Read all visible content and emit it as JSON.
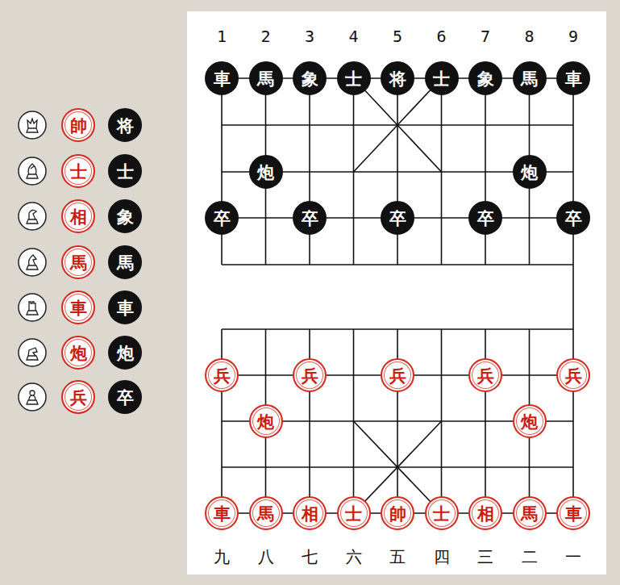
{
  "diagram": {
    "nodes": [
      {
        "text": [
          "帥"
        ]
      },
      {
        "text": [
          "将"
        ]
      },
      {
        "text": [
          "士"
        ]
      },
      {
        "text": [
          "士"
        ]
      },
      {
        "text": [
          "相"
        ]
      },
      {
        "text": [
          "象"
        ]
      },
      {
        "text": [
          "馬"
        ]
      },
      {
        "text": [
          "馬"
        ]
      },
      {
        "text": [
          "車"
        ]
      },
      {
        "text": [
          "車"
        ]
      },
      {
        "text": [
          "炮"
        ]
      },
      {
        "text": [
          "炮"
        ]
      },
      {
        "text": [
          "兵"
        ]
      },
      {
        "text": [
          "卒"
        ]
      },
      {
        "text": [
          "車"
        ]
      },
      {
        "text": [
          "馬"
        ]
      },
      {
        "text": [
          "象"
        ]
      },
      {
        "text": [
          "士"
        ]
      },
      {
        "text": [
          "将"
        ]
      },
      {
        "text": [
          "士"
        ]
      },
      {
        "text": [
          "象"
        ]
      },
      {
        "text": [
          "馬"
        ]
      },
      {
        "text": [
          "車"
        ]
      },
      {
        "text": [
          "炮"
        ]
      },
      {
        "text": [
          "炮"
        ]
      },
      {
        "text": [
          "卒"
        ]
      },
      {
        "text": [
          "卒"
        ]
      },
      {
        "text": [
          "卒"
        ]
      },
      {
        "text": [
          "卒"
        ]
      },
      {
        "text": [
          "卒"
        ]
      },
      {
        "text": [
          "兵"
        ]
      },
      {
        "text": [
          "兵"
        ]
      },
      {
        "text": [
          "兵"
        ]
      },
      {
        "text": [
          "兵"
        ]
      },
      {
        "text": [
          "兵"
        ]
      },
      {
        "text": [
          "炮"
        ]
      },
      {
        "text": [
          "炮"
        ]
      },
      {
        "text": [
          "車"
        ]
      },
      {
        "text": [
          "馬"
        ]
      },
      {
        "text": [
          "相"
        ]
      },
      {
        "text": [
          "士"
        ]
      },
      {
        "text": [
          "帥"
        ]
      },
      {
        "text": [
          "士"
        ]
      },
      {
        "text": [
          "相"
        ]
      },
      {
        "text": [
          "馬"
        ]
      },
      {
        "text": [
          "車"
        ]
      }
    ],
    "labels": [
      "1",
      "2",
      "3",
      "4",
      "5",
      "6",
      "7",
      "8",
      "9",
      "九",
      "八",
      "七",
      "六",
      "五",
      "四",
      "三",
      "二",
      "一"
    ]
  }
}
